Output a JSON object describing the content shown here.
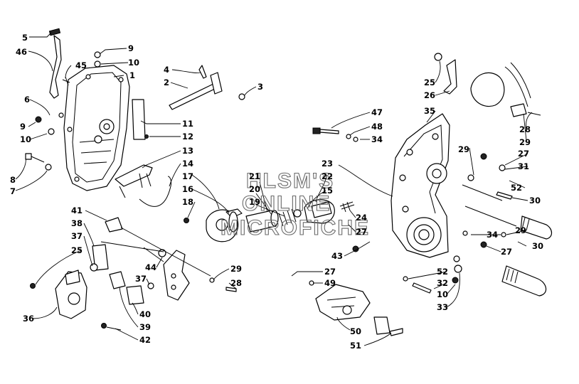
{
  "watermark": [
    "HLSM'S",
    "ONLINE",
    "MICROFICHE"
  ],
  "callouts": [
    {
      "id": "c5",
      "text": "5"
    },
    {
      "id": "c46",
      "text": "46"
    },
    {
      "id": "c45",
      "text": "45"
    },
    {
      "id": "c9a",
      "text": "9"
    },
    {
      "id": "c10a",
      "text": "10"
    },
    {
      "id": "c1",
      "text": "1"
    },
    {
      "id": "c6",
      "text": "6"
    },
    {
      "id": "c9b",
      "text": "9"
    },
    {
      "id": "c10b",
      "text": "10"
    },
    {
      "id": "c8",
      "text": "8"
    },
    {
      "id": "c7",
      "text": "7"
    },
    {
      "id": "c4",
      "text": "4"
    },
    {
      "id": "c2",
      "text": "2"
    },
    {
      "id": "c3",
      "text": "3"
    },
    {
      "id": "c11",
      "text": "11"
    },
    {
      "id": "c12",
      "text": "12"
    },
    {
      "id": "c13",
      "text": "13"
    },
    {
      "id": "c14",
      "text": "14"
    },
    {
      "id": "c17",
      "text": "17"
    },
    {
      "id": "c16",
      "text": "16"
    },
    {
      "id": "c18",
      "text": "18"
    },
    {
      "id": "c21",
      "text": "21"
    },
    {
      "id": "c20",
      "text": "20"
    },
    {
      "id": "c19",
      "text": "19"
    },
    {
      "id": "c22",
      "text": "22"
    },
    {
      "id": "c15",
      "text": "15"
    },
    {
      "id": "c23",
      "text": "23"
    },
    {
      "id": "c24",
      "text": "24"
    },
    {
      "id": "c27a",
      "text": "27"
    },
    {
      "id": "c43",
      "text": "43"
    },
    {
      "id": "c47",
      "text": "47"
    },
    {
      "id": "c48",
      "text": "48"
    },
    {
      "id": "c34a",
      "text": "34"
    },
    {
      "id": "c35",
      "text": "35"
    },
    {
      "id": "c25a",
      "text": "25"
    },
    {
      "id": "c26",
      "text": "26"
    },
    {
      "id": "c28a",
      "text": "28"
    },
    {
      "id": "c29a",
      "text": "29"
    },
    {
      "id": "c29b",
      "text": "29"
    },
    {
      "id": "c27b",
      "text": "27"
    },
    {
      "id": "c31",
      "text": "31"
    },
    {
      "id": "c52a",
      "text": "52"
    },
    {
      "id": "c30a",
      "text": "30"
    },
    {
      "id": "c34b",
      "text": "34"
    },
    {
      "id": "c29c",
      "text": "29"
    },
    {
      "id": "c27c",
      "text": "27"
    },
    {
      "id": "c30b",
      "text": "30"
    },
    {
      "id": "c52b",
      "text": "52"
    },
    {
      "id": "c32",
      "text": "32"
    },
    {
      "id": "c10c",
      "text": "10"
    },
    {
      "id": "c33",
      "text": "33"
    },
    {
      "id": "c27d",
      "text": "27"
    },
    {
      "id": "c49",
      "text": "49"
    },
    {
      "id": "c50",
      "text": "50"
    },
    {
      "id": "c51",
      "text": "51"
    },
    {
      "id": "c41",
      "text": "41"
    },
    {
      "id": "c38",
      "text": "38"
    },
    {
      "id": "c37a",
      "text": "37"
    },
    {
      "id": "c25b",
      "text": "25"
    },
    {
      "id": "c44",
      "text": "44"
    },
    {
      "id": "c37b",
      "text": "37"
    },
    {
      "id": "c40",
      "text": "40"
    },
    {
      "id": "c39",
      "text": "39"
    },
    {
      "id": "c42",
      "text": "42"
    },
    {
      "id": "c36",
      "text": "36"
    },
    {
      "id": "c29d",
      "text": "29"
    },
    {
      "id": "c28b",
      "text": "28"
    }
  ]
}
